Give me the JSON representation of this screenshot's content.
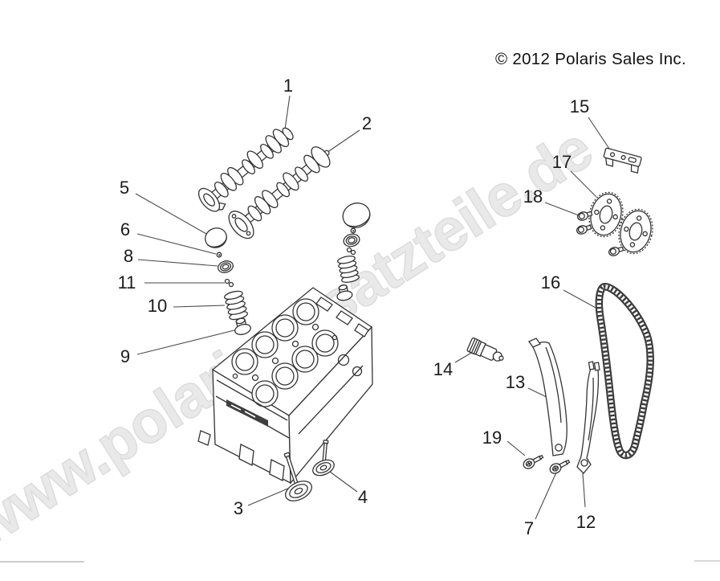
{
  "page": {
    "copyright": "© 2012 Polaris Sales Inc.",
    "watermark": "www.polaris-ersatzteile.de",
    "colors": {
      "background": "#ffffff",
      "line_art": "#333333",
      "callout_text": "#1b1b1b",
      "watermark_fill": "#e9e9e9",
      "watermark_outline": "#dcdcdc",
      "footer_rule": "#cccccc"
    }
  },
  "callouts": [
    {
      "n": "1"
    },
    {
      "n": "2"
    },
    {
      "n": "5"
    },
    {
      "n": "6"
    },
    {
      "n": "8"
    },
    {
      "n": "11"
    },
    {
      "n": "10"
    },
    {
      "n": "9"
    },
    {
      "n": "3"
    },
    {
      "n": "4"
    },
    {
      "n": "15"
    },
    {
      "n": "17"
    },
    {
      "n": "18"
    },
    {
      "n": "16"
    },
    {
      "n": "14"
    },
    {
      "n": "13"
    },
    {
      "n": "19"
    },
    {
      "n": "7"
    },
    {
      "n": "12"
    }
  ]
}
